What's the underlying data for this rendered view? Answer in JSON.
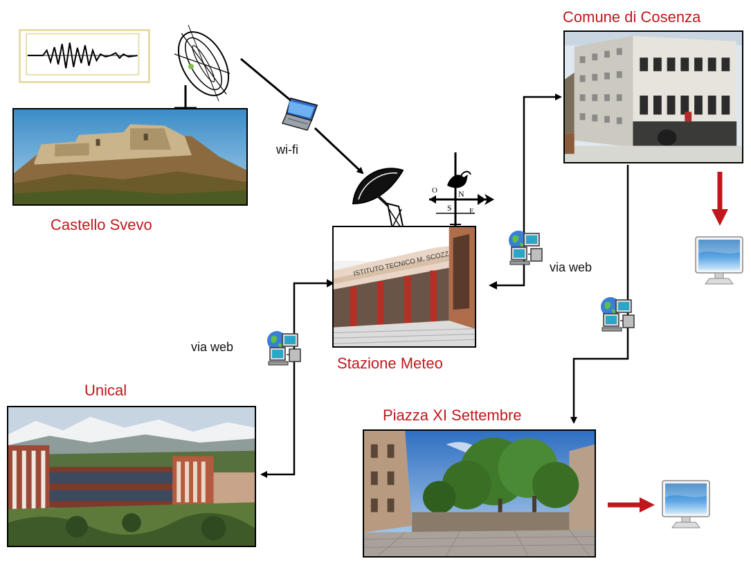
{
  "nodes": {
    "castello": {
      "label": "Castello Svevo"
    },
    "stazione": {
      "label": "Stazione Meteo"
    },
    "comune": {
      "label": "Comune di Cosenza"
    },
    "unical": {
      "label": "Unical"
    },
    "piazza": {
      "label": "Piazza XI Settembre"
    }
  },
  "links": {
    "wifi_label": "wi-fi",
    "web_label_right": "via web",
    "web_label_left": "via web"
  },
  "icons": {
    "seismograph": "seismograph-icon",
    "antenna": "antenna-icon",
    "laptop": "laptop-icon",
    "dish": "satellite-dish-icon",
    "weathervane": "weather-vane-icon",
    "network": "network-computers-icon",
    "monitor": "monitor-icon"
  },
  "colors": {
    "label_red": "#c0171c",
    "arrow_red": "#c0171c",
    "line_black": "#000000"
  }
}
